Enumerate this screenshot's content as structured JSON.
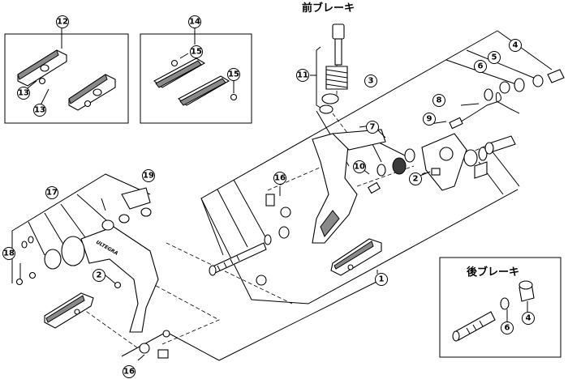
{
  "titles": {
    "front_brake": "前ブレーキ",
    "rear_brake": "後ブレーキ"
  },
  "brand_mark": "ULTEGRA",
  "callouts": {
    "c1": "1",
    "c2a": "2",
    "c2b": "2",
    "c3": "3",
    "c4a": "4",
    "c4b": "4",
    "c5": "5",
    "c6a": "6",
    "c6b": "6",
    "c7": "7",
    "c8": "8",
    "c9": "9",
    "c10": "10",
    "c11": "11",
    "c12": "12",
    "c13a": "13",
    "c13b": "13",
    "c14": "14",
    "c15a": "15",
    "c15b": "15",
    "c16a": "16",
    "c16b": "16",
    "c17": "17",
    "c18": "18",
    "c19": "19"
  }
}
